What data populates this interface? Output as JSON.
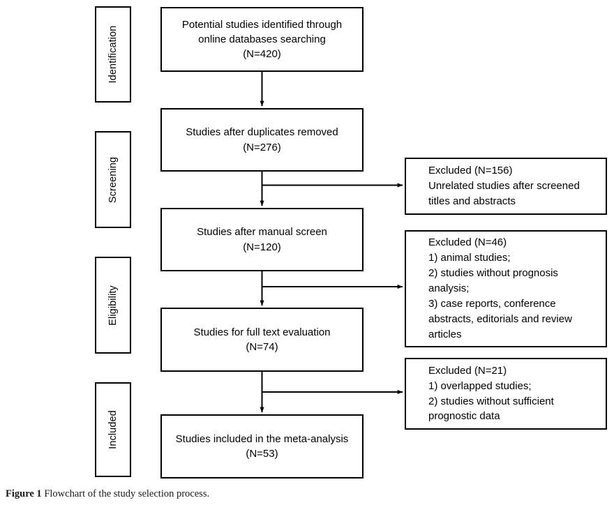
{
  "figure": {
    "label": "Figure 1",
    "caption": "Flowchart of the study selection process."
  },
  "stages": [
    {
      "name": "identification",
      "label": "Identification"
    },
    {
      "name": "screening",
      "label": "Screening"
    },
    {
      "name": "eligibility",
      "label": "Eligibility"
    },
    {
      "name": "included",
      "label": "Included"
    }
  ],
  "flow": {
    "node1": {
      "text": "Potential studies identified through\nonline databases searching\n(N=420)",
      "count": "420"
    },
    "node2": {
      "text": "Studies after duplicates removed\n(N=276)",
      "count": "276"
    },
    "node3": {
      "text": "Studies after manual screen\n(N=120)",
      "count": "120"
    },
    "node4": {
      "text": "Studies for full text evaluation\n(N=74)",
      "count": "74"
    },
    "node5": {
      "text": "Studies included in the meta-analysis\n(N=53)",
      "count": "53"
    }
  },
  "exclusions": {
    "excl1": {
      "text": "Excluded (N=156)\nUnrelated studies after screened\ntitles and abstracts",
      "count": "156"
    },
    "excl2": {
      "text": "Excluded (N=46)\n1) animal studies;\n2) studies without prognosis\nanalysis;\n3) case reports, conference\nabstracts, editorials and review\narticles",
      "count": "46"
    },
    "excl3": {
      "text": "Excluded (N=21)\n1) overlapped studies;\n2) studies without sufficient\nprognostic data",
      "count": "21"
    }
  },
  "style": {
    "line_color": "#000000",
    "box_border": "#000000",
    "background": "#ffffff"
  }
}
